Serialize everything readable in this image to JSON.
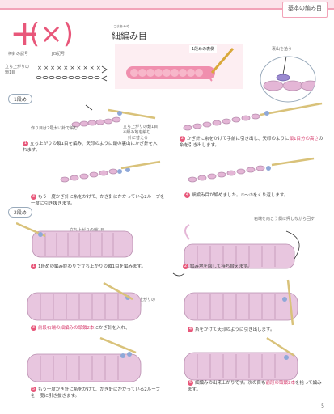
{
  "header": {
    "section_tab": "基本の編み目",
    "symbol_plus": "+",
    "symbol_x": "(×)",
    "title": "細編み目",
    "title_ruby": "こまあみめ",
    "label_plus": "棒針の記号",
    "label_x": "JIS記号",
    "chart_label": "立ち上がりの\n鎖1目",
    "photo_label": "1段めの表側",
    "circle_label": "裏山を拾う"
  },
  "row1": {
    "pill": "1段め",
    "annot_left": "作り目は2号太い針で編む",
    "annot_right1": "立ち上がりの鎖1目",
    "annot_right2": "※細み地を編む",
    "annot_right3": "針に替える",
    "step1": "立ち上がりの鎖1目を編み、矢印のように鎖の裏山にかぎ針を入れます。",
    "step2_a": "かぎ針に糸をかけて手前に引き出し、矢印のように",
    "step2_b": "鎖1目分の高さ",
    "step2_c": "の糸を引き出します。",
    "step3": "もう一度かぎ針に糸をかけて、かぎ針にかかっている2ループを一度に引き抜きます。",
    "step4": "細編み目が編めました。①〜③をくり返します。",
    "n1": "1",
    "n2": "2",
    "n3": "3",
    "n4": "4"
  },
  "row2": {
    "pill": "2段め",
    "label_chain": "立ち上がりの鎖1目",
    "label_turn": "右端を向こう側に押しながら回す",
    "label_chain2": "立ち上がりの\n鎖1目",
    "step1": "1段めの編み終わりで立ち上がりの鎖1目を編みます。",
    "step2": "編み地を回して持ち替えます。",
    "step3_a": "前段右端の細編みの頭鎖2本",
    "step3_b": "にかぎ針を入れ、",
    "step4": "糸をかけて矢印のように引き出します。",
    "step5": "もう一度かぎ針に糸をかけて、かぎ針にかかっている2ループを一度に引き抜きます。",
    "step6_a": "細編みの出来上がりです。次の目も",
    "step6_b": "前段の頭鎖2本",
    "step6_c": "を拾って編みます。",
    "n1": "1",
    "n2": "2",
    "n3": "3",
    "n4": "4",
    "n5": "5",
    "n6": "6"
  },
  "footer": {
    "page_number": "5"
  },
  "colors": {
    "accent": "#e8577a",
    "yarn": "#e4b6d6",
    "yarn_edge": "#b98fb0",
    "hook": "#d9c27a"
  }
}
